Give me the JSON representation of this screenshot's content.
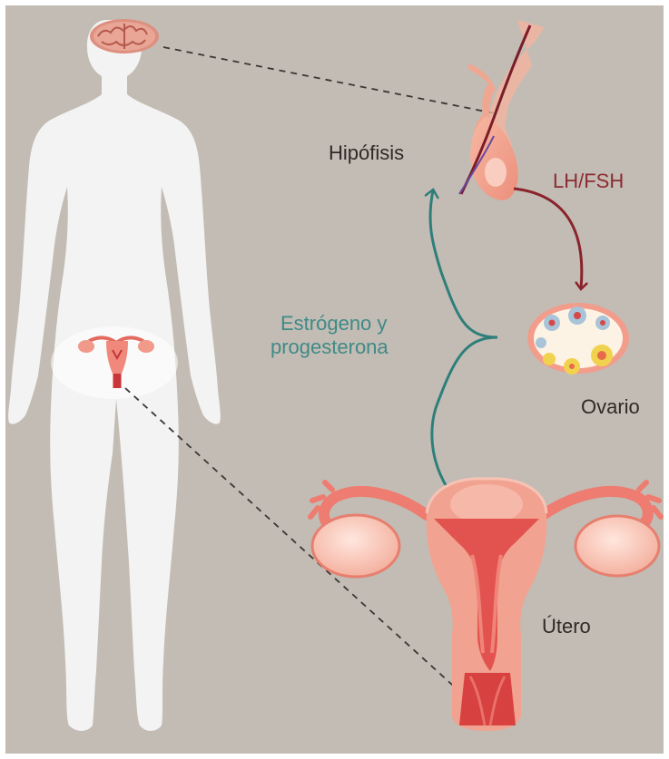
{
  "labels": {
    "hipofisis": "Hipófisis",
    "lh_fsh": "LH/FSH",
    "estrogeno_line1": "Estrógeno y",
    "estrogeno_line2": "progesterona",
    "ovario": "Ovario",
    "utero": "Útero"
  },
  "colors": {
    "background": "#c3bcb4",
    "border": "#ffffff",
    "body_silhouette": "#f3f3f3",
    "text_dark": "#2d2a27",
    "lh_fsh_text": "#8c2b32",
    "lh_fsh_arrow": "#8a232b",
    "hormone_text": "#3f8a86",
    "hormone_arrow": "#2e7f7a",
    "organ_pink": "#ef8b7f",
    "organ_red": "#df4a4a",
    "organ_light": "#f9c9bd"
  },
  "icons": {
    "brain": "brain-icon",
    "pituitary": "pituitary-gland-icon",
    "ovary": "ovary-icon",
    "uterus": "uterus-icon"
  }
}
